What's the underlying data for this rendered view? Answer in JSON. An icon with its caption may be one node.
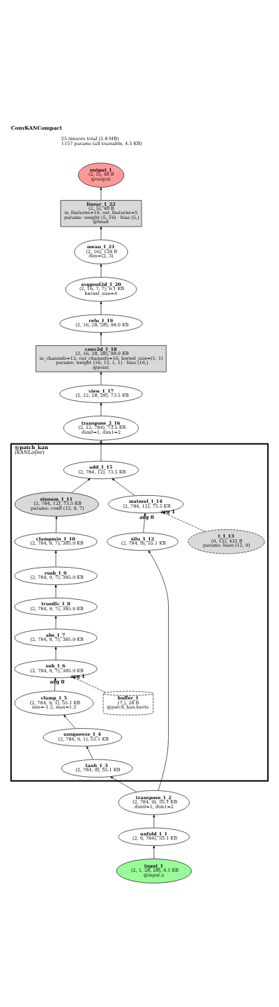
{
  "diagram": {
    "title": "ConvKANCompact",
    "labels": [
      "25 tensors total (2.8 MB)",
      "1157 params (all trainable, 4.5 KB)"
    ],
    "nodes": [
      {
        "text": [
          "output_1",
          "(2, 5), 40 B",
          "@output"
        ]
      },
      {
        "text": [
          "linear_1_22",
          "(2, 5), 40 B",
          "in_features=16, out_features=5",
          "params: weight (5, 16) · bias (5,)",
          "@head"
        ]
      },
      {
        "text": [
          "mean_1_21",
          "(2, 16), 128 B",
          "dim=(2, 3)"
        ]
      },
      {
        "text": [
          "avgpool2d_1_20",
          "(2, 16, 7, 7), 6.1 KB",
          "kernel_size=4"
        ]
      },
      {
        "text": [
          "relu_1_19",
          "(2, 16, 28, 28), 98.0 KB"
        ]
      },
      {
        "text": [
          "conv2d_1_18",
          "(2, 16, 28, 28), 98.0 KB",
          "in_channels=12, out_channels=16, kernel_size=(1, 1)",
          "params: weight (16, 12, 1, 1) · bias (16,)",
          "@point"
        ]
      },
      {
        "text": [
          "view_1_17",
          "(2, 12, 28, 28), 73.5 KB"
        ]
      },
      {
        "text": [
          "transpose_2_16",
          "(2, 12, 784), 73.5 KB",
          "dim0=1, dim1=2"
        ]
      },
      {
        "text": [
          "@patch_kan",
          "(KANLayer)"
        ]
      },
      {
        "text": [
          "add_1_15",
          "(2, 784, 12), 73.5 KB"
        ],
        "in": 8
      },
      {
        "text": [
          "einsum_1_11",
          "(2, 784, 12), 73.5 KB",
          "params: coeff (12, 9, 7)"
        ],
        "in": 8
      },
      {
        "text": [
          "matmul_1_14",
          "(2, 784, 12), 73.5 KB"
        ],
        "in": 8
      },
      {
        "text": [
          "t_1_13",
          "(9, 12), 432 B",
          "params: base (12, 9)"
        ],
        "in": 8
      },
      {
        "text": [
          "silu_1_12",
          "(2, 784, 9), 55.1 KB"
        ],
        "in": 8
      },
      {
        "text": [
          "clampmin_1_10",
          "(2, 784, 9, 7), 385.9 KB"
        ],
        "in": 8
      },
      {
        "text": [
          "rsub_1_9",
          "(2, 784, 9, 7), 385.9 KB"
        ],
        "in": 8
      },
      {
        "text": [
          "truediv_1_8",
          "(2, 784, 9, 7), 385.9 KB"
        ],
        "in": 8
      },
      {
        "text": [
          "abs_1_7",
          "(2, 784, 9, 7), 385.9 KB"
        ],
        "in": 8
      },
      {
        "text": [
          "sub_1_6",
          "(2, 784, 9, 7), 385.9 KB"
        ],
        "in": 8
      },
      {
        "text": [
          "buffer_1",
          "(7,), 28 B",
          "@patch_kan.knots"
        ],
        "in": 8
      },
      {
        "text": [
          "clamp_1_5",
          "(2, 784, 9, 1), 55.1 KB",
          "min=-1.2, max=1.2"
        ],
        "in": 8
      },
      {
        "text": [
          "unsqueeze_1_4",
          "(2, 784, 9, 1), 55.1 KB"
        ],
        "in": 8
      },
      {
        "text": [
          "tanh_1_3",
          "(2, 784, 9), 55.1 KB"
        ],
        "in": 8
      },
      {
        "text": [
          "transpose_1_2",
          "(2, 784, 9), 55.1 KB",
          "dim0=1, dim1=2"
        ]
      },
      {
        "text": [
          "unfold_1_1",
          "(2, 9, 784), 55.1 KB"
        ]
      },
      {
        "text": [
          "input_1",
          "(2, 1, 28, 28), 6.1 KB",
          "@input.x"
        ]
      }
    ],
    "edges": [
      {
        "from": 25,
        "to": 24,
        "arrow": "to"
      },
      {
        "from": 24,
        "to": 23,
        "arrow": "to"
      },
      {
        "from": 23,
        "to": 22,
        "arrow": "to"
      },
      {
        "from": 23,
        "to": 13,
        "arrow": "to"
      },
      {
        "from": 22,
        "to": 21,
        "arrow": "to"
      },
      {
        "from": 21,
        "to": 20,
        "arrow": "to"
      },
      {
        "from": 20,
        "to": 18,
        "arrow": "to",
        "label": "arg 0"
      },
      {
        "from": 19,
        "to": 18,
        "arrow": "to",
        "label": "arg 1",
        "style": "dashed"
      },
      {
        "from": 18,
        "to": 17,
        "arrow": "to"
      },
      {
        "from": 17,
        "to": 16,
        "arrow": "to"
      },
      {
        "from": 16,
        "to": 15,
        "arrow": "to"
      },
      {
        "from": 15,
        "to": 14,
        "arrow": "to"
      },
      {
        "from": 14,
        "to": 10,
        "arrow": "to"
      },
      {
        "from": 10,
        "to": 9,
        "arrow": "to"
      },
      {
        "from": 11,
        "to": 9,
        "arrow": "to"
      },
      {
        "from": 12,
        "to": 11,
        "arrow": "to",
        "label": "arg 1",
        "style": "dashed"
      },
      {
        "from": 13,
        "to": 11,
        "arrow": "to",
        "label": "arg 0"
      },
      {
        "from": 9,
        "to": 7,
        "arrow": "to"
      },
      {
        "from": 7,
        "to": 6,
        "arrow": "to"
      },
      {
        "from": 6,
        "to": 5,
        "arrow": "to"
      },
      {
        "from": 5,
        "to": 4,
        "arrow": "to"
      },
      {
        "from": 4,
        "to": 3,
        "arrow": "to"
      },
      {
        "from": 3,
        "to": 2,
        "arrow": "to"
      },
      {
        "from": 2,
        "to": 1,
        "arrow": "to"
      },
      {
        "from": 1,
        "to": 0,
        "arrow": "to"
      }
    ]
  }
}
